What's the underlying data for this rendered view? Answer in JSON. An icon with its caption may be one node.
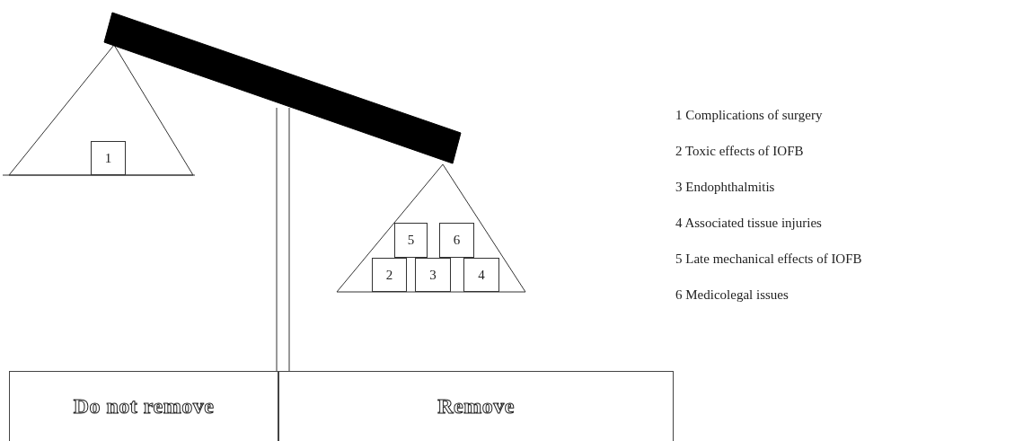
{
  "diagram": {
    "nodes": [
      {
        "text": [
          "1"
        ]
      },
      {
        "text": [
          "5"
        ]
      },
      {
        "text": [
          "6"
        ]
      },
      {
        "text": [
          "2"
        ]
      },
      {
        "text": [
          "3"
        ]
      },
      {
        "text": [
          "4"
        ]
      },
      {
        "text": [
          "Do not remove"
        ]
      },
      {
        "text": [
          "Remove"
        ]
      }
    ],
    "labels": [
      "1 Complications of surgery",
      "2 Toxic effects of IOFB",
      "3 Endophthalmitis",
      "4 Associated tissue injuries",
      "5 Late mechanical effects of IOFB",
      "6 Medicolegal issues"
    ]
  }
}
